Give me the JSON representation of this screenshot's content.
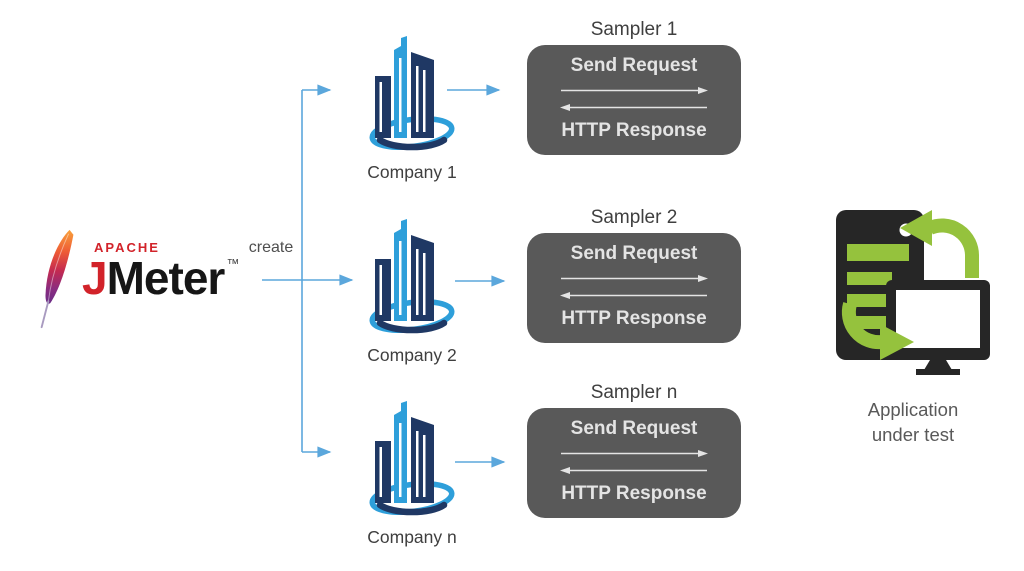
{
  "jmeter_logo": {
    "apache_label": "APACHE",
    "name_j": "J",
    "name_rest": "Meter",
    "trademark": "™"
  },
  "create_label": "create",
  "companies": [
    {
      "label": "Company 1"
    },
    {
      "label": "Company 2"
    },
    {
      "label": "Company n"
    }
  ],
  "samplers": [
    {
      "title": "Sampler 1"
    },
    {
      "title": "Sampler 2"
    },
    {
      "title": "Sampler n"
    }
  ],
  "sampler_box": {
    "send_label": "Send Request",
    "response_label": "HTTP Response"
  },
  "application": {
    "label_line1": "Application",
    "label_line2": "under test"
  },
  "icons": [
    "apache-feather-icon",
    "company-building-icon",
    "request-arrow-icon",
    "response-arrow-icon",
    "application-under-test-icon",
    "flow-connector-arrows"
  ],
  "colors": {
    "accent_blue": "#5BA7DC",
    "box_gray": "#595959",
    "box_text": "#E4E4E4",
    "jmeter_red": "#D2232A",
    "wordmark_black": "#161616",
    "building_navy": "#1F3864",
    "building_blue": "#2E9FDA",
    "app_dark": "#262626",
    "app_green": "#95C23D"
  }
}
